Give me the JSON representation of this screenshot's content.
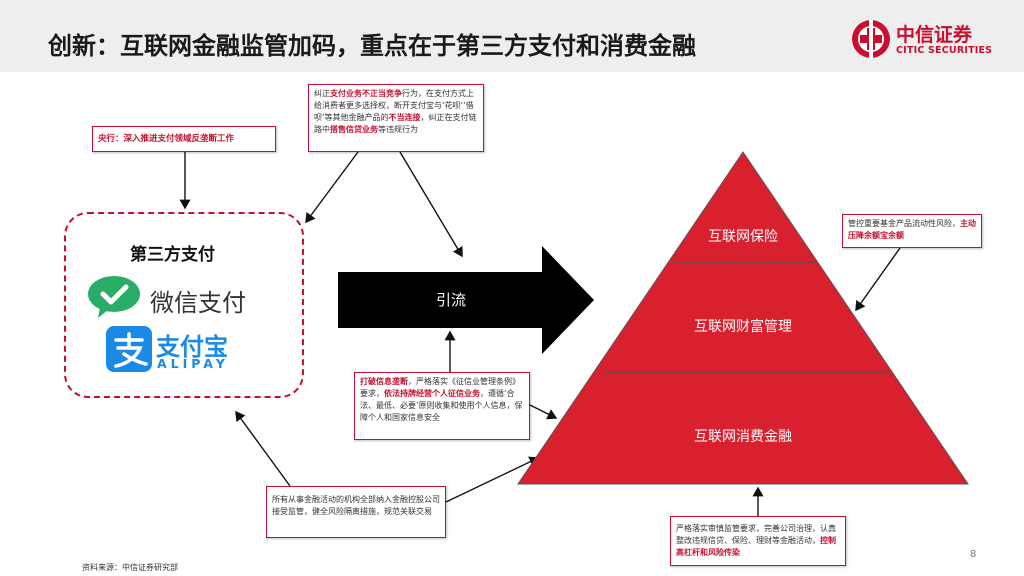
{
  "header": {
    "title": "创新：互联网金融监管加码，重点在于第三方支付和消费金融",
    "logo_cn": "中信证券",
    "logo_en": "CITIC SECURITIES"
  },
  "notes": {
    "central_bank": "央行：深入推进支付领域反垄断工作",
    "top_center": {
      "p1": "纠正",
      "h1": "支付业务不正当竞争",
      "p2": "行为，在支付方式上给消费者更多选择权，断开支付宝与‘花呗’‘借呗’等其他金融产品的",
      "h2": "不当连接",
      "p3": "，纠正在支付链路中",
      "h3": "搭售信贷业务",
      "p4": "等违规行为"
    },
    "right_top": {
      "p1": "管控重要基金产品流动性风险，",
      "h1": "主动压降余额宝余额"
    },
    "middle": {
      "h1": "打破信息垄断",
      "p1": "，严格落实《征信业管理条例》要求，",
      "h2": "依法持牌经营个人征信业务",
      "p2": "，遵循‘合法、最低、必要’原则收集和使用个人信息，保障个人和国家信息安全"
    },
    "bottom_left": "所有从事金融活动的机构全部纳入金融控股公司接受监管，健全风险隔离措施，规范关联交易",
    "bottom_right": {
      "p1": "严格落实审慎监管要求，完善公司治理，认真整改违规信贷、保险、理财等金融活动，",
      "h1": "控制高杠杆和风险传染"
    }
  },
  "third_party": {
    "title": "第三方支付",
    "wechat": "微信支付",
    "alipay": "支付宝",
    "alipay_en": "ALIPAY"
  },
  "flow_arrow": {
    "label": "引流"
  },
  "pyramid": {
    "levels": [
      "互联网保险",
      "互联网财富管理",
      "互联网消费金融"
    ],
    "color": "#d9202e"
  },
  "footer": {
    "source": "资料来源：中信证券研究部",
    "page": "8"
  }
}
